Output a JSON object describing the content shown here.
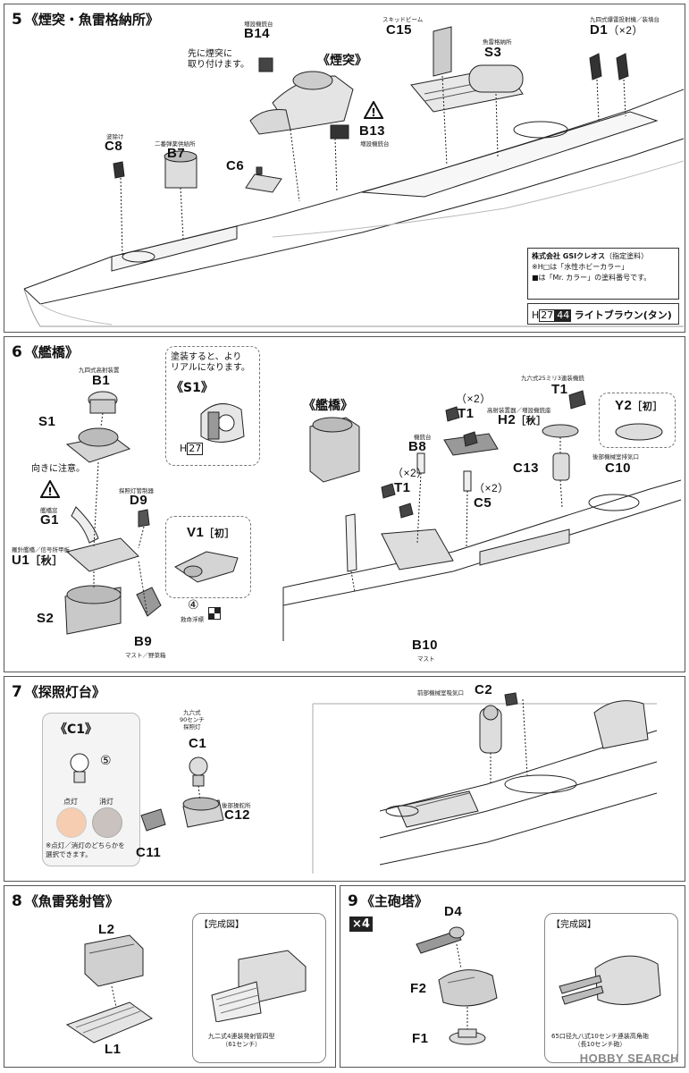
{
  "step5": {
    "title": "《煙突・魚雷格納所》",
    "num": "5",
    "funnel_label": "《煙突》",
    "parts": {
      "B14": {
        "code": "B14",
        "caption": "増設機銃台"
      },
      "B13": {
        "code": "B13",
        "caption": "増設機銃台"
      },
      "C15": {
        "code": "C15",
        "caption": "スキッドビーム"
      },
      "S3": {
        "code": "S3",
        "caption": "魚雷格納所"
      },
      "D1": {
        "code": "D1",
        "mult": "（×2）",
        "caption": "九四式爆雷投射機／装填台"
      },
      "C8": {
        "code": "C8",
        "caption": "波除け"
      },
      "B7": {
        "code": "B7",
        "caption": "二番弾薬供給所"
      },
      "C6": {
        "code": "C6"
      }
    },
    "note": "先に煙突に\n取り付けます。",
    "paint_legend": {
      "company": "株式会社 GSIクレオス",
      "company_suffix": "（指定塗料）",
      "line1": "※H□は「水性ホビーカラー」",
      "line2": "■は「Mr. カラー」の塗料番号です。",
      "h_prefix": "H",
      "h_code": "27",
      "mr_code": "44",
      "color_name": "ライトブラウン(タン)"
    }
  },
  "step6": {
    "title": "《艦橋》",
    "num": "6",
    "bridge_label": "《艦橋》",
    "paint_tip": "塗装すると、より\nリアルになります。",
    "s1_label": "《S1》",
    "h27": "27",
    "h_prefix": "H",
    "orientation_note": "向きに注意。",
    "parts": {
      "B1": {
        "code": "B1",
        "caption": "九四式高射装置"
      },
      "S1": {
        "code": "S1"
      },
      "G1": {
        "code": "G1",
        "caption": "艦橋窓"
      },
      "D9": {
        "code": "D9",
        "caption": "探照灯管制器"
      },
      "U1": {
        "code": "U1",
        "tag": "［秋］",
        "caption": "羅針艦橋／信号所甲板"
      },
      "V1": {
        "code": "V1",
        "tag": "［初］"
      },
      "S2": {
        "code": "S2"
      },
      "B9": {
        "code": "B9",
        "caption": "マスト／野菜箱"
      },
      "T1a": {
        "code": "T1",
        "mult": "（×2）"
      },
      "T1b": {
        "code": "T1",
        "mult": "（×2）"
      },
      "T1c": {
        "code": "T1",
        "caption": "九六式25ミリ3連装機銃"
      },
      "B8": {
        "code": "B8",
        "caption": "機銃台"
      },
      "C5": {
        "code": "C5",
        "mult": "（×2）"
      },
      "H2": {
        "code": "H2",
        "tag": "［秋］",
        "caption": "高射装置器／増設機銃座"
      },
      "Y2": {
        "code": "Y2",
        "tag": "［初］"
      },
      "C13": {
        "code": "C13"
      },
      "C10": {
        "code": "C10",
        "caption": "後部機械室排気口"
      },
      "B10": {
        "code": "B10",
        "caption": "マスト"
      }
    },
    "decal_num": "④",
    "decal_caption": "救命浮標"
  },
  "step7": {
    "title": "《探照灯台》",
    "num": "7",
    "c1_label": "《C1》",
    "decal_num": "⑤",
    "lit": "点灯",
    "unlit": "消灯",
    "choose_note": "※点灯／消灯のどちらかを\n選択できます。",
    "parts": {
      "C1": {
        "code": "C1",
        "caption": "九六式\n90センチ\n探照灯"
      },
      "C12": {
        "code": "C12",
        "caption": "後部操舵所"
      },
      "C11": {
        "code": "C11"
      },
      "C2": {
        "code": "C2",
        "caption": "前部機械室吸気口"
      }
    }
  },
  "step8": {
    "title": "《魚雷発射管》",
    "num": "8",
    "complete_label": "【完成図】",
    "parts": {
      "L2": {
        "code": "L2"
      },
      "L1": {
        "code": "L1"
      }
    },
    "complete_caption": "九二式4連装発射管四型\n（61センチ）"
  },
  "step9": {
    "title": "《主砲塔》",
    "num": "9",
    "mult": "×4",
    "complete_label": "【完成図】",
    "parts": {
      "D4": {
        "code": "D4"
      },
      "F2": {
        "code": "F2"
      },
      "F1": {
        "code": "F1"
      }
    },
    "complete_caption": "65口径九八式10センチ連装高角砲\n（長10センチ砲）"
  },
  "watermark": "HOBBY SEARCH"
}
